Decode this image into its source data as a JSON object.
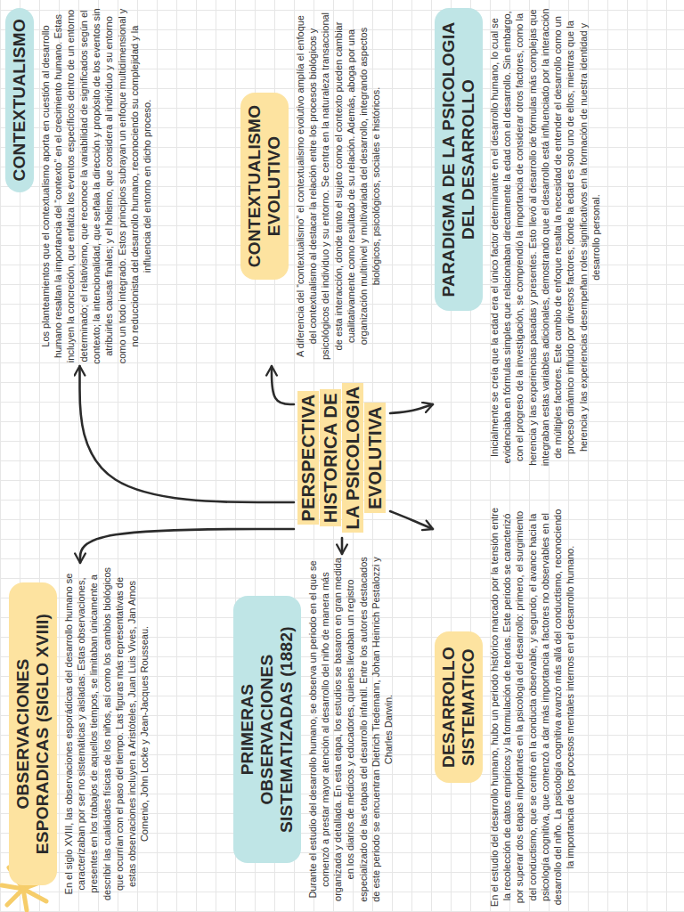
{
  "diagram": {
    "nodes": [
      {
        "text": [
          "PERSPECTIVA HISTORICA DE LA PSICOLOGIA EVOLUTIVA"
        ]
      },
      {
        "text": [
          "OBSERVACIONES ESPORADICAS (SIGLO XVIII)",
          "En el siglo XVIII, las observaciones esporádicas del desarrollo humano se caracterizaban por ser no sistemáticas y aisladas. Estas observaciones, presentes en los trabajos de aquellos tiempos, se limitaban únicamente a describir las cualidades físicas de los niños, así como los cambios biológicos que ocurrían con el paso del tiempo. Las figuras más representativas de estas observaciones incluyen a Aristóteles, Juan Luis Vives, Jan Amos Comenio, John Locke y Jean-Jacques Rousseau."
        ]
      },
      {
        "text": [
          "PRIMERAS OBSERVACIONES SISTEMATIZADAS (1882)",
          "Durante el estudio del desarrollo humano, se observa un periodo en el que se comenzó a prestar mayor atención al desarrollo del niño de manera más organizada y detallada. En esta etapa, los estudios se basaron en gran medida en los diarios de médicos y educadores, quienes llevaban un registro especializado de las etapas del desarrollo infantil. Entre los autores destacados de este periodo se encuentran Dietrich Tiedemann, Johan Heinrich Pestalozzi y Charles Darwin."
        ]
      },
      {
        "text": [
          "DESARROLLO SISTEMATICO",
          "En el estudio del desarrollo humano, hubo un periodo histórico marcado por la tensión entre la recolección de datos empíricos y la formulación de teorías. Este periodo se caracterizó por superar dos etapas importantes en la psicología del desarrollo: primero, el surgimiento del conductismo, que se centró en la conducta observable, y segundo, el avance hacia la psicología cognitiva, que comenzó a dar más importancia a factores no observables en el desarrollo del niño. La psicología cognitiva avanzó más allá del conductismo, reconociendo la importancia de los procesos mentales internos en el desarrollo humano."
        ]
      },
      {
        "text": [
          "CONTEXTUALISMO",
          "Los planteamientos que el contextualismo aporta en cuestión al desarrollo humano resaltan la importancia del “contexto” en el crecimiento humano. Estas incluyen la concreción, que enfatiza los eventos específicos dentro de un entorno determinado; el relativismo, que reconoce la variabilidad de significados según el contexto; la intencionalidad, que señala la dirección y propósito de los eventos sin atribuirles causas finales; y el holismo, que considera al individuo y su entorno como un todo integrado. Estos principios subrayan un enfoque multidimensional y no reduccionista del desarrollo humano, reconociendo su complejidad y la influencia del entorno en dicho proceso."
        ]
      },
      {
        "text": [
          "CONTEXTUALISMO EVOLUTIVO",
          "A diferencia del “contextualismo” el contextualismo evolutivo amplía el enfoque del contextualismo al destacar la relación entre los procesos biológicos y psicológicos del individuo y su entorno. Se centra en la naturaleza transaccional de esta interacción, donde tanto el sujeto como el contexto pueden cambiar cualitativamente como resultado de su relación. Además, aboga por una organización multinivel y multivariada del desarrollo, integrando aspectos biológicos, psicológicos, sociales e históricos."
        ]
      },
      {
        "text": [
          "PARADIGMA DE LA PSICOLOGIA DEL DESARROLLO",
          "Inicialmente se creía que la edad era el único factor determinante en el desarrollo humano, lo cual se evidenciaba en fórmulas simples que relacionaban directamente la edad con el desarrollo. Sin embargo, con el progreso de la investigación, se comprendió la importancia de considerar otros factores, como la herencia y las experiencias pasadas y presentes. Esto llevó al desarrollo de fórmulas más complejas que integraban estas variables adicionales, demostrando que el desarrollo está influenciado por la interacción de múltiples factores. Este cambio de enfoque resalta la necesidad de entender el desarrollo como un proceso dinámico influido por diversos factores, donde la edad es solo uno de ellos, mientras que la herencia y las experiencias desempeñan roles significativos en la formación de nuestra identidad y desarrollo personal."
        ]
      }
    ],
    "edges": [
      {
        "from": 0,
        "to": 1,
        "arrow": "to"
      },
      {
        "from": 0,
        "to": 2,
        "arrow": "to"
      },
      {
        "from": 0,
        "to": 3,
        "arrow": "to"
      },
      {
        "from": 0,
        "to": 4,
        "arrow": "to"
      },
      {
        "from": 0,
        "to": 5,
        "arrow": "to"
      },
      {
        "from": 0,
        "to": 6,
        "arrow": "to"
      }
    ]
  }
}
